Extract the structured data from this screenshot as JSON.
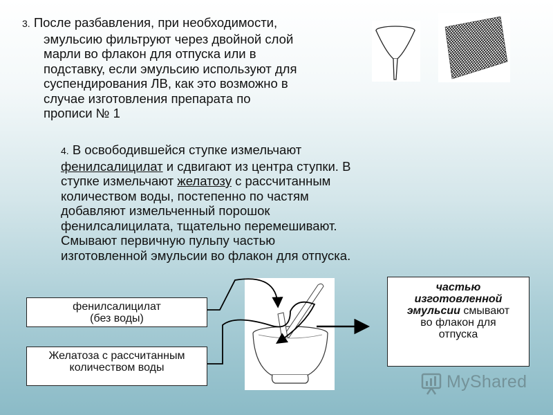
{
  "step3": {
    "number": "3.",
    "first_line": "После разбавления, при необходимости,",
    "lines": [
      "эмульсию фильтруют через двойной слой",
      "марли во флакон для отпуска или в",
      "подставку, если эмульсию используют для",
      "суспендирования ЛВ, как это возможно в",
      "случае изготовления препарата по",
      "прописи № 1"
    ]
  },
  "step4": {
    "number": "4.",
    "line1": "В освободившейся ступке измельчают",
    "line2_underlined": "фенилсалицилат",
    "line2_rest": " и сдвигают из центра ступки. В",
    "line3_pre": "ступке измельчают ",
    "line3_underlined": "желатозу",
    "line3_post": " с рассчитанным",
    "lines_rest": [
      "количеством воды, постепенно по частям",
      "добавляют измельченный порошок",
      "фенилсалицилата, тщательно перемешивают.",
      "Смывают первичную пульпу частью",
      "изготовленной эмульсии во флакон для отпуска."
    ]
  },
  "diagram": {
    "box_phenyl": {
      "line1": "фенилсалицилат",
      "line2": "(без воды)"
    },
    "box_gelatin": {
      "line1": "Желатоза с рассчитанным",
      "line2": "количеством воды"
    },
    "box_result": {
      "bold_italic": [
        "частью",
        "изготовленной",
        "эмульсии"
      ],
      "tail": " смывают",
      "lines": [
        "во флакон для",
        "отпуска"
      ]
    }
  },
  "watermark": {
    "text": "MyShared"
  },
  "icons": [
    "funnel-icon",
    "gauze-icon",
    "mortar-icon",
    "myshared-logo-icon"
  ]
}
